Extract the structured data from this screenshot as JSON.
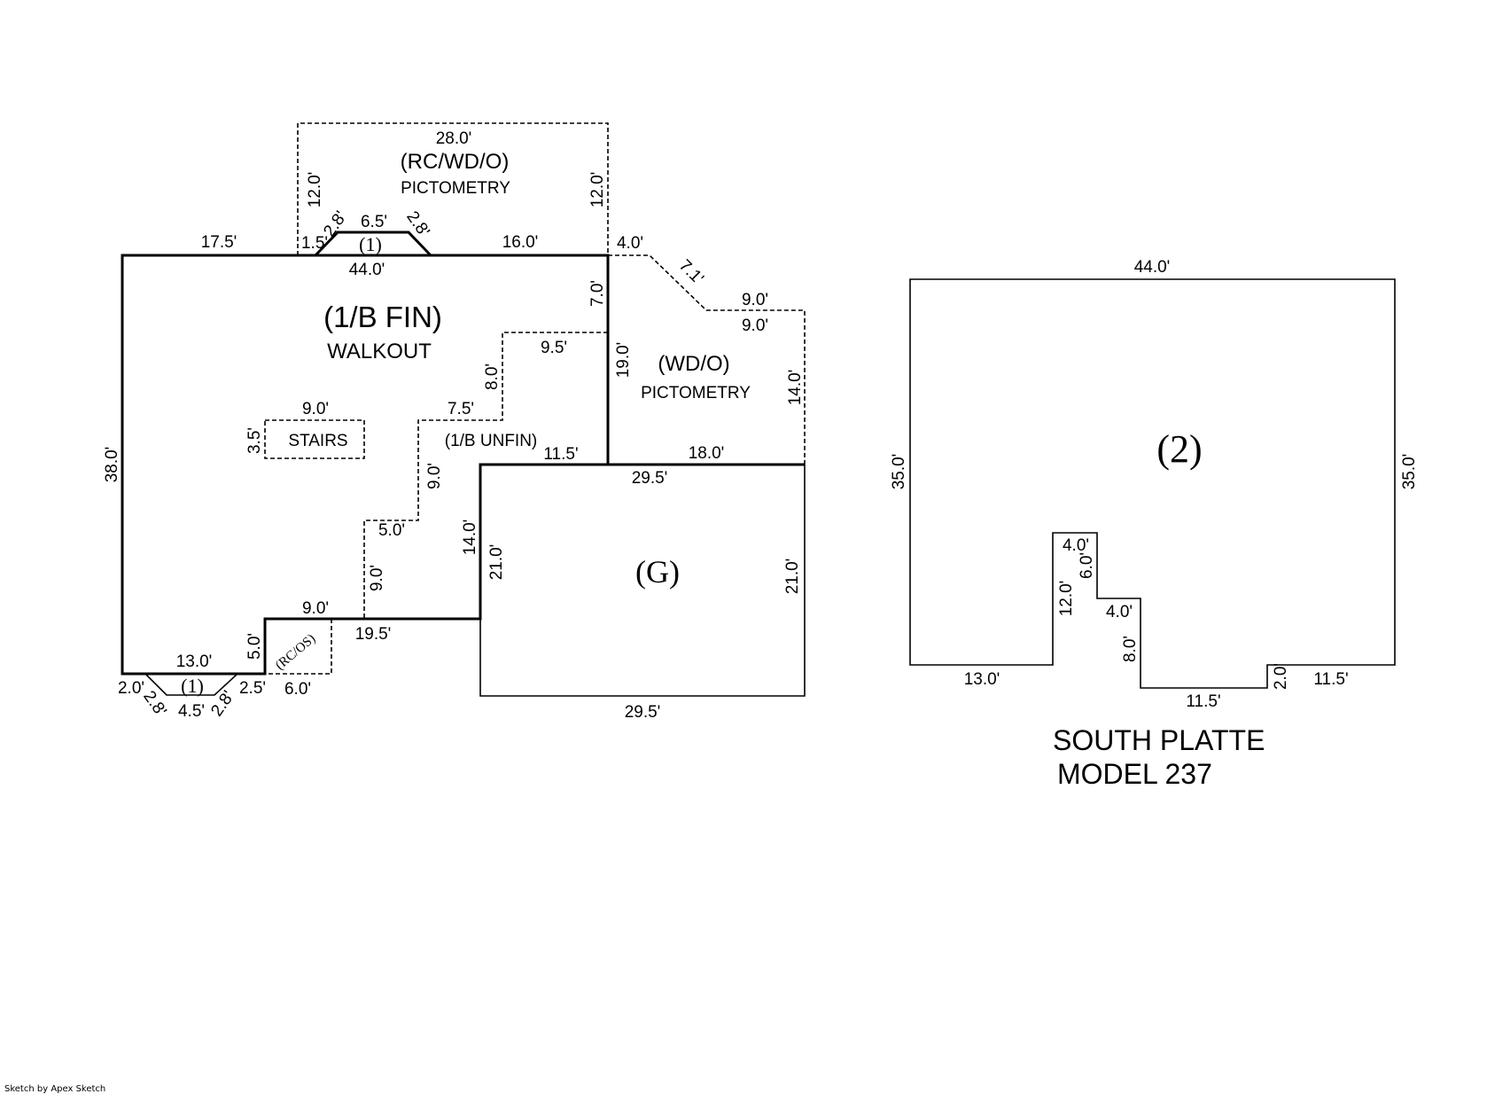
{
  "plan_left": {
    "area_labels": {
      "basement_fin": "(1/B FIN)",
      "walkout": "WALKOUT",
      "stairs": "STAIRS",
      "basement_unfin": "(1/B UNFIN)",
      "rc_wd_o": "(RC/WD/O)",
      "pictometry_top": "PICTOMETRY",
      "wd_o": "(WD/O)",
      "pictometry_right": "PICTOMETRY",
      "garage": "(G)",
      "bay_top": "(1)",
      "bay_bottom": "(1)",
      "rc_os": "(RC/OS)"
    },
    "dimensions": {
      "top_28": "28.0'",
      "top_12_left": "12.0'",
      "top_12_right": "12.0'",
      "top_17_5": "17.5'",
      "top_1_5": "1.5'",
      "bay_2_8_left": "2.8'",
      "bay_6_5": "6.5'",
      "bay_2_8_right": "2.8'",
      "top_16": "16.0'",
      "top_44": "44.0'",
      "deck_4": "4.0'",
      "deck_7_1": "7.1'",
      "deck_9_top": "9.0'",
      "deck_9_bottom": "9.0'",
      "wall_7": "7.0'",
      "deck_14": "14.0'",
      "wall_19": "19.0'",
      "step_9_5": "9.5'",
      "step_8": "8.0'",
      "step_7_5": "7.5'",
      "stairs_9": "9.0'",
      "stairs_3_5": "3.5'",
      "step_11_5": "11.5'",
      "garage_18": "18.0'",
      "garage_29_5_top": "29.5'",
      "step_9_v": "9.0'",
      "left_38": "38.0'",
      "step_5": "5.0'",
      "wall_14": "14.0'",
      "garage_21_left": "21.0'",
      "garage_21_right": "21.0'",
      "step_9_v2": "9.0'",
      "wall_9_h": "9.0'",
      "wall_19_5": "19.5'",
      "bottom_13": "13.0'",
      "wall_5": "5.0'",
      "bottom_2": "2.0'",
      "bay_bottom_2_8_left": "2.8'",
      "bay_bottom_4_5": "4.5'",
      "bay_bottom_2_8_right": "2.8'",
      "bottom_2_5": "2.5'",
      "rcos_6": "6.0'",
      "garage_29_5_bottom": "29.5'"
    }
  },
  "plan_right": {
    "area_label": "(2)",
    "dimensions": {
      "top_44": "44.0'",
      "left_35": "35.0'",
      "right_35": "35.0'",
      "notch_4_top": "4.0'",
      "notch_6": "6.0'",
      "notch_12": "12.0'",
      "notch_4_mid": "4.0'",
      "notch_8": "8.0'",
      "bottom_13": "13.0'",
      "bottom_11_5_mid": "11.5'",
      "notch_2": "2.0'",
      "bottom_11_5_right": "11.5'"
    }
  },
  "caption": {
    "line1": "SOUTH PLATTE",
    "line2": "MODEL 237"
  },
  "credit": "Sketch by Apex Sketch"
}
